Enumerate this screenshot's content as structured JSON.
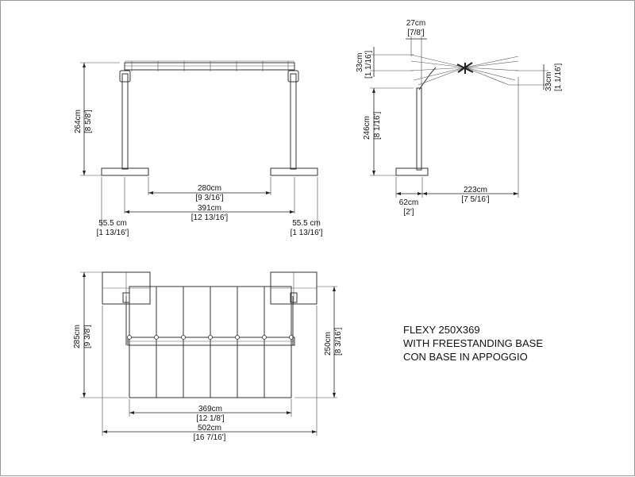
{
  "title_block": {
    "line1": "FLEXY 250X369",
    "line2": "WITH FREESTANDING BASE",
    "line3": "CON BASE IN APPOGGIO"
  },
  "front_view": {
    "height": {
      "metric": "264cm",
      "imperial": "[8 5/8']"
    },
    "inner_width": {
      "metric": "280cm",
      "imperial": "[9 3/16']"
    },
    "total_width": {
      "metric": "391cm",
      "imperial": "[12 13/16']"
    },
    "left_base": {
      "metric": "55.5 cm",
      "imperial": "[1 13/16']"
    },
    "right_base": {
      "metric": "55.5 cm",
      "imperial": "[1 13/16']"
    }
  },
  "side_view": {
    "top_offset": {
      "metric": "27cm",
      "imperial": "[7/8']"
    },
    "left_lift": {
      "metric": "33cm",
      "imperial": "[1 1/16']"
    },
    "right_lift": {
      "metric": "33cm",
      "imperial": "[1 1/16']"
    },
    "post_height": {
      "metric": "246cm",
      "imperial": "[8 1/16']"
    },
    "base_depth": {
      "metric": "62cm",
      "imperial": "[2']"
    },
    "reach": {
      "metric": "223cm",
      "imperial": "[7 5/16']"
    }
  },
  "plan_view": {
    "depth": {
      "metric": "285cm",
      "imperial": "[9 3/8']"
    },
    "canopy_depth": {
      "metric": "250cm",
      "imperial": "[8 3/16']"
    },
    "canopy_width": {
      "metric": "369cm",
      "imperial": "[12 1/8']"
    },
    "total_width": {
      "metric": "502cm",
      "imperial": "[16 7/16']"
    }
  },
  "colors": {
    "line": "#333333",
    "panel_fill": "#f2f2f2",
    "border": "#9a9a9a"
  }
}
